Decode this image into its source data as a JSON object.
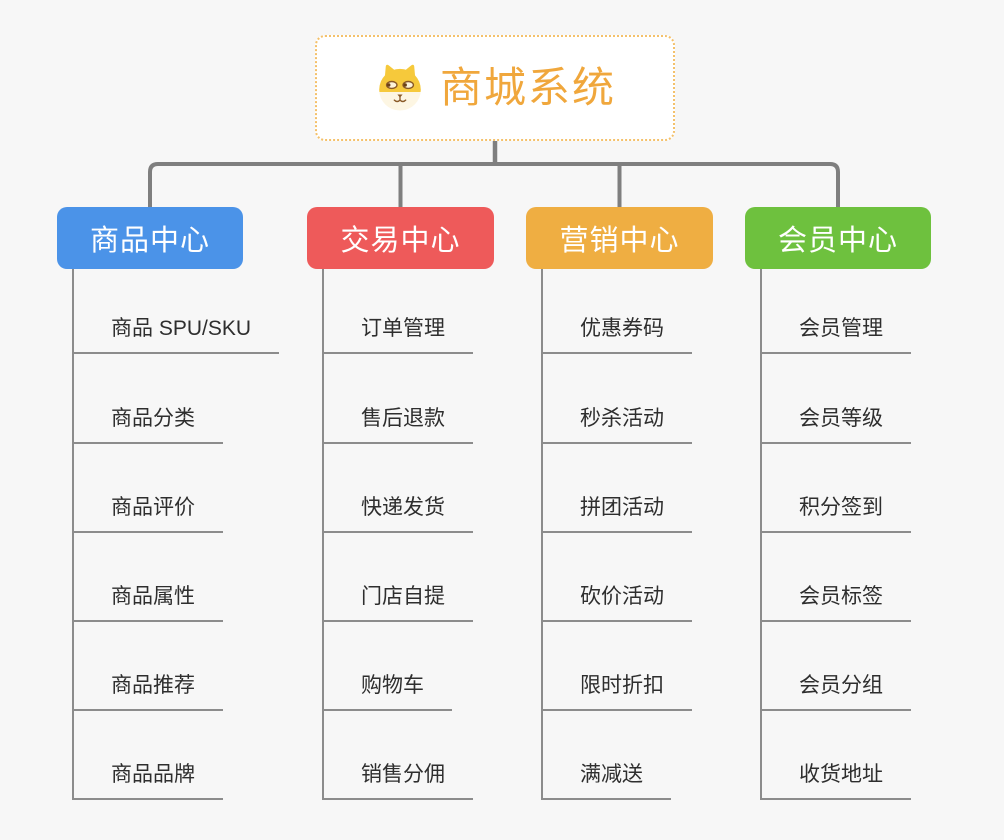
{
  "root": {
    "title": "商城系统",
    "icon": "dog-face",
    "text_color": "#f0a73c",
    "border_color": "#f4c16b"
  },
  "branches": [
    {
      "label": "商品中心",
      "color": "#4b93e8",
      "children": [
        "商品 SPU/SKU",
        "商品分类",
        "商品评价",
        "商品属性",
        "商品推荐",
        "商品品牌"
      ]
    },
    {
      "label": "交易中心",
      "color": "#ee5a5a",
      "children": [
        "订单管理",
        "售后退款",
        "快递发货",
        "门店自提",
        "购物车",
        "销售分佣"
      ]
    },
    {
      "label": "营销中心",
      "color": "#efae42",
      "children": [
        "优惠券码",
        "秒杀活动",
        "拼团活动",
        "砍价活动",
        "限时折扣",
        "满减送"
      ]
    },
    {
      "label": "会员中心",
      "color": "#6ec13e",
      "children": [
        "会员管理",
        "会员等级",
        "积分签到",
        "会员标签",
        "会员分组",
        "收货地址"
      ]
    }
  ],
  "colors": {
    "background": "#f7f7f7",
    "connector": "#7f7f7f",
    "leaf_line": "#8c8c8c",
    "leaf_text": "#2e2e2e"
  }
}
